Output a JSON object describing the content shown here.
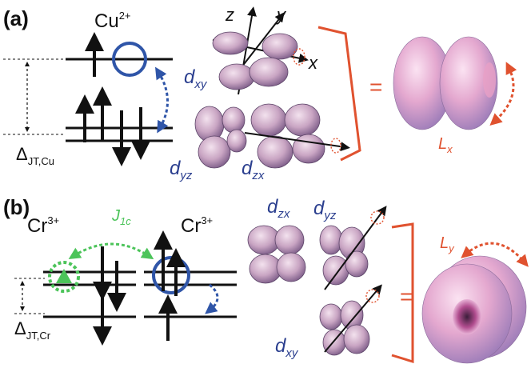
{
  "panels": {
    "a": {
      "label": "(a)",
      "ion": "Cu",
      "ion_charge": "2+",
      "delta_symbol": "Δ",
      "delta_subscript": "JT,Cu",
      "axes": {
        "x": "x",
        "y": "y",
        "z": "z"
      },
      "orbitals": [
        {
          "symbol": "d",
          "subscript": "xy"
        },
        {
          "symbol": "d",
          "subscript": "yz"
        },
        {
          "symbol": "d",
          "subscript": "zx"
        }
      ],
      "equals": "=",
      "L": {
        "symbol": "L",
        "subscript": "x"
      }
    },
    "b": {
      "label": "(b)",
      "ion_left": "Cr",
      "ion_left_charge": "3+",
      "ion_right": "Cr",
      "ion_right_charge": "3+",
      "J": {
        "symbol": "J",
        "subscript": "1c"
      },
      "delta_symbol": "Δ",
      "delta_subscript": "JT,Cr",
      "orbitals": [
        {
          "symbol": "d",
          "subscript": "zx"
        },
        {
          "symbol": "d",
          "subscript": "yz"
        },
        {
          "symbol": "d",
          "subscript": "xy"
        }
      ],
      "equals": "=",
      "L": {
        "symbol": "L",
        "subscript": "y"
      }
    }
  },
  "colors": {
    "hole_circle": "#2f55a8",
    "hop_arrow_blue": "#2f55a8",
    "bracket": "#e0522f",
    "rotation_arrow": "#e0522f",
    "exchange": "#4cc45a",
    "orbital_lobe": "#c9a5c3",
    "torus": "#e2a6cf"
  }
}
